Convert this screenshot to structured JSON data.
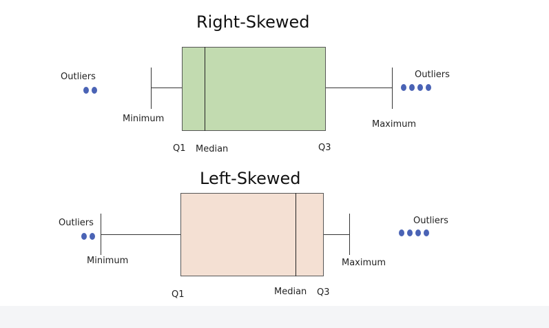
{
  "colors": {
    "right_box_fill": "#c2dbb0",
    "left_box_fill": "#f4e0d3",
    "outlier_dot": "#4a63b5",
    "line": "#333333"
  },
  "right_skewed": {
    "title": "Right-Skewed",
    "labels": {
      "outliers_left": "Outliers",
      "outliers_right": "Outliers",
      "minimum": "Minimum",
      "maximum": "Maximum",
      "q1": "Q1",
      "median": "Median",
      "q3": "Q3"
    },
    "outliers_left_count": 2,
    "outliers_right_count": 4
  },
  "left_skewed": {
    "title": "Left-Skewed",
    "labels": {
      "outliers_left": "Outliers",
      "outliers_right": "Outliers",
      "minimum": "Minimum",
      "maximum": "Maximum",
      "q1": "Q1",
      "median": "Median",
      "q3": "Q3"
    },
    "outliers_left_count": 2,
    "outliers_right_count": 4
  }
}
